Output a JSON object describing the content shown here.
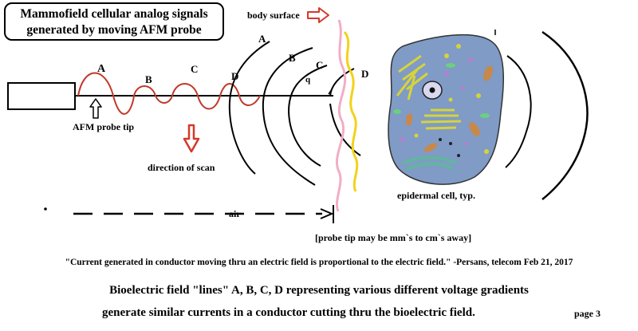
{
  "title": {
    "line1": "Mammofield cellular analog signals",
    "line2": "generated by moving  AFM probe"
  },
  "labels": {
    "body_surface": "body surface",
    "wave_a": "A",
    "wave_b": "B",
    "wave_c": "C",
    "wave_d": "D",
    "field_a": "A",
    "field_b": "B",
    "field_c": "C",
    "field_d": "D",
    "field_q": "q",
    "probe_tip": "AFM probe tip",
    "direction_of_scan": "direction of scan",
    "air": "air",
    "epidermal_cell": "epidermal cell, typ.",
    "probe_distance": "[probe tip may be mm`s to cm`s away]"
  },
  "quote": "\"Current generated  in conductor moving thru an electric field is proportional to the  electric field.\" -Persans, telecom Feb 21, 2017",
  "caption": {
    "line1": "Bioelectric field  \"lines\" A, B, C, D  representing various different voltage gradients",
    "line2": "generate similar currents in a conductor cutting thru the bioelectric field."
  },
  "page_label": "page 3",
  "colors": {
    "wave": "#c0392b",
    "arrow_outline": "#d43a2a",
    "skin_pink": "#f2aec4",
    "skin_yellow": "#f2d21b",
    "cell_fill": "#7f9bc6",
    "golgi": "#d6d33a",
    "mitochondria": "#c8884a",
    "er": "#63b4a0"
  },
  "icons": {
    "probe_tip_arrow": "up-arrow-outline-icon",
    "scan_direction_arrow": "down-arrow-outline-icon",
    "body_surface_arrow": "right-arrow-outline-icon"
  }
}
